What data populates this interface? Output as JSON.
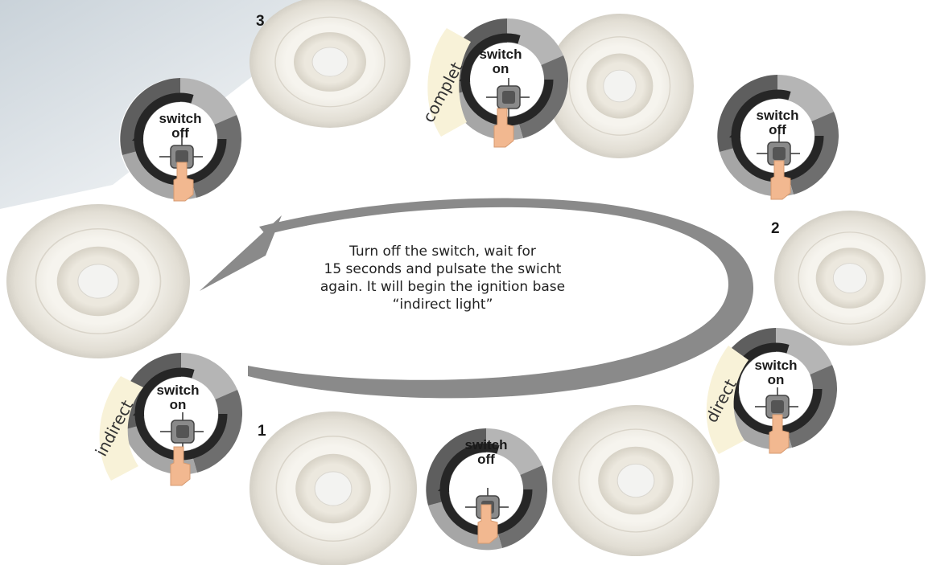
{
  "instruction": {
    "lines": [
      "Turn off the switch, wait for",
      "15 seconds and pulsate the swicht",
      "again. It will begin the ignition base",
      "“indirect light”"
    ]
  },
  "steps": [
    {
      "number": "1",
      "mode": "indirect"
    },
    {
      "number": "2",
      "mode": "direct"
    },
    {
      "number": "3",
      "mode": "complet"
    }
  ],
  "switch_labels": {
    "on_line1": "switch",
    "on_line2": "on",
    "off_line1": "switch",
    "off_line2": "off"
  },
  "icons": [
    "cycle-arrow-icon",
    "hand-pointer-icon",
    "press-button-icon",
    "light-fixture-icon"
  ],
  "colors": {
    "arrow": "#8a8a8a",
    "ring_dark": "#6b6b6b",
    "ring_light": "#a9a9a9",
    "ring_inner": "#3a3a3a",
    "mode_tag": "#f8f2d8",
    "hand": "#f2b890"
  }
}
